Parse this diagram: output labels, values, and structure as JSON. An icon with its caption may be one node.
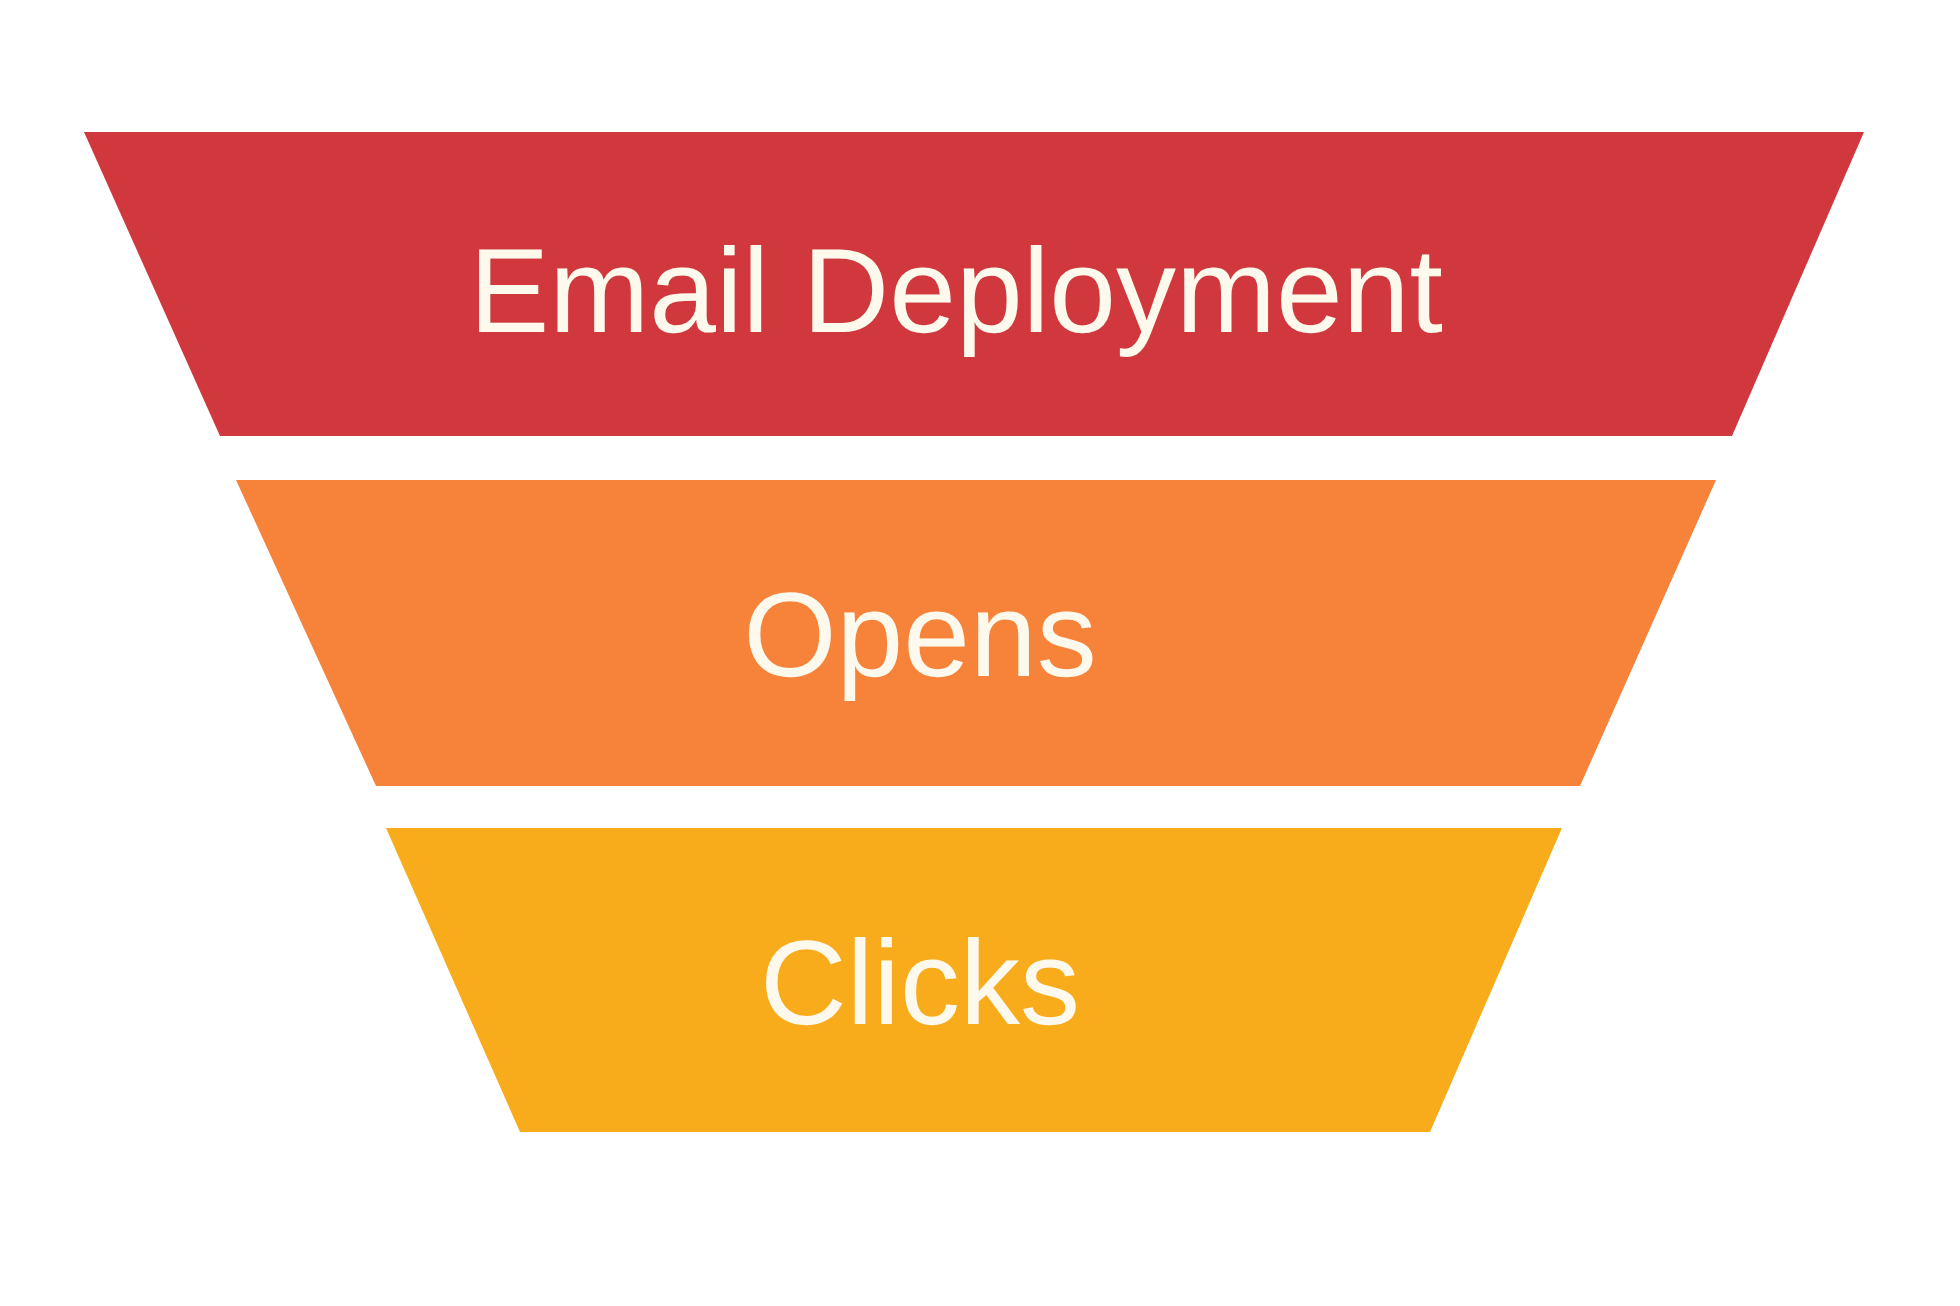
{
  "diagram": {
    "nodes": [
      {
        "text": [
          "Email Deployment"
        ]
      },
      {
        "text": [
          "Opens"
        ]
      },
      {
        "text": [
          "Clicks"
        ]
      }
    ],
    "edges": []
  }
}
